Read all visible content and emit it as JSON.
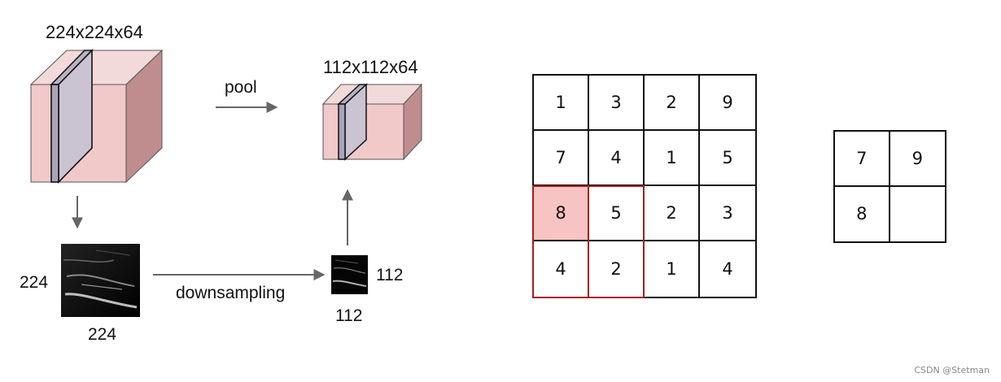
{
  "left_diagram": {
    "input_volume_label": "224x224x64",
    "output_volume_label": "112x112x64",
    "pool_label": "pool",
    "downsampling_label": "downsampling",
    "input_map_height_label": "224",
    "input_map_width_label": "224",
    "output_map_height_label": "112",
    "output_map_width_label": "112"
  },
  "input_grid": {
    "rows": [
      [
        "1",
        "3",
        "2",
        "9"
      ],
      [
        "7",
        "4",
        "1",
        "5"
      ],
      [
        "8",
        "5",
        "2",
        "3"
      ],
      [
        "4",
        "2",
        "1",
        "4"
      ]
    ],
    "highlight_color": "#f7c3c3",
    "window_color": "#a61e1e"
  },
  "output_grid": {
    "rows": [
      [
        "7",
        "9"
      ],
      [
        "8",
        ""
      ]
    ]
  },
  "watermark": "CSDN @Stetman"
}
